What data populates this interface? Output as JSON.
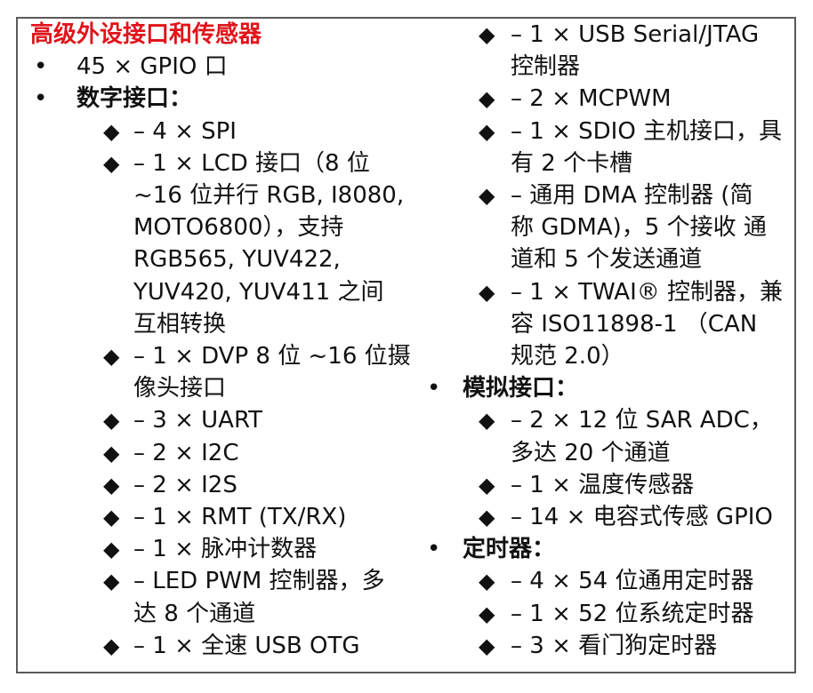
{
  "title": "高级外设接口和传感器",
  "bullet_glyph": "•",
  "diamond_glyph": "◆",
  "left": [
    {
      "type": "item1",
      "text": "45 × GPIO 口"
    },
    {
      "type": "cat",
      "text": "数字接口："
    },
    {
      "type": "item2",
      "text": "– 4 × SPI"
    },
    {
      "type": "item2",
      "text": "– 1 × LCD 接口（8 位"
    },
    {
      "type": "cont",
      "text": "~16 位并行 RGB, I8080,"
    },
    {
      "type": "cont",
      "text": "MOTO6800），支持"
    },
    {
      "type": "cont",
      "text": "RGB565, YUV422,"
    },
    {
      "type": "cont",
      "text": "YUV420, YUV411 之间"
    },
    {
      "type": "cont",
      "text": "互相转换"
    },
    {
      "type": "item2",
      "text": "– 1 × DVP 8 位 ~16 位摄"
    },
    {
      "type": "cont",
      "text": "像头接口"
    },
    {
      "type": "item2",
      "text": "– 3 × UART"
    },
    {
      "type": "item2",
      "text": "– 2 × I2C"
    },
    {
      "type": "item2",
      "text": "– 2 × I2S"
    },
    {
      "type": "item2",
      "text": "– 1 × RMT (TX/RX)"
    },
    {
      "type": "item2",
      "text": "– 1 × 脉冲计数器"
    },
    {
      "type": "item2",
      "text": "– LED PWM 控制器，多"
    },
    {
      "type": "cont",
      "text": "达 8 个通道"
    },
    {
      "type": "item2",
      "text": "– 1 × 全速 USB OTG"
    }
  ],
  "right": [
    {
      "type": "item2",
      "text": "– 1 × USB Serial/JTAG"
    },
    {
      "type": "cont",
      "text": "控制器"
    },
    {
      "type": "item2",
      "text": "– 2 × MCPWM"
    },
    {
      "type": "item2",
      "text": "– 1 × SDIO 主机接口，具"
    },
    {
      "type": "cont",
      "text": "有 2 个卡槽"
    },
    {
      "type": "item2",
      "text": "– 通用 DMA 控制器 (简"
    },
    {
      "type": "cont",
      "text": "称 GDMA)，5 个接收 通"
    },
    {
      "type": "cont",
      "text": "道和 5 个发送通道"
    },
    {
      "type": "item2",
      "text": "– 1 × TWAI® 控制器，兼"
    },
    {
      "type": "cont",
      "text": "容 ISO11898-1 （CAN"
    },
    {
      "type": "cont",
      "text": "规范 2.0）"
    },
    {
      "type": "cat",
      "text": "模拟接口："
    },
    {
      "type": "item2",
      "text": "– 2 × 12 位 SAR ADC，"
    },
    {
      "type": "cont",
      "text": "多达 20 个通道"
    },
    {
      "type": "item2",
      "text": "– 1 × 温度传感器"
    },
    {
      "type": "item2",
      "text": "– 14 × 电容式传感 GPIO"
    },
    {
      "type": "cat",
      "text": "定时器："
    },
    {
      "type": "item2",
      "text": "– 4 × 54 位通用定时器"
    },
    {
      "type": "item2",
      "text": "– 1 × 52 位系统定时器"
    },
    {
      "type": "item2",
      "text": "– 3 × 看门狗定时器"
    }
  ]
}
